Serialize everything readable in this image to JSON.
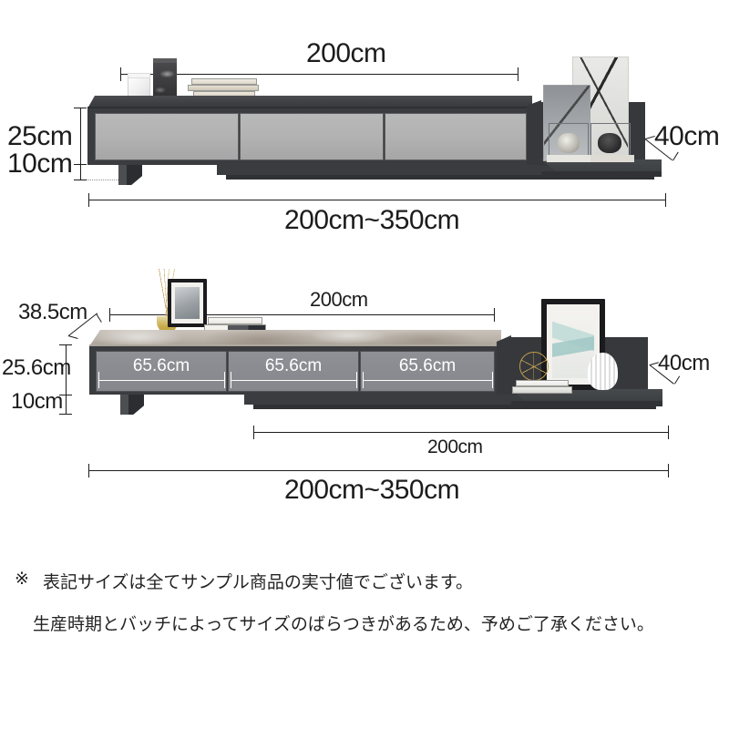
{
  "diagrams": [
    {
      "id": "diagram-top",
      "name": "dark-top-tv-stand",
      "dimensions": {
        "top_width": "200cm",
        "height_body": "25cm",
        "height_base": "10cm",
        "depth": "40cm",
        "total_width_range": "200cm~350cm"
      }
    },
    {
      "id": "diagram-bottom",
      "name": "stone-top-tv-stand",
      "dimensions": {
        "top_width": "200cm",
        "depth_top": "38.5cm",
        "height_body": "25.6cm",
        "height_base": "10cm",
        "depth": "40cm",
        "base_width": "200cm",
        "total_width_range": "200cm~350cm"
      },
      "drawers": [
        {
          "label": "65.6cm"
        },
        {
          "label": "65.6cm"
        },
        {
          "label": "65.6cm"
        }
      ]
    }
  ],
  "footnote": {
    "marker": "※",
    "line1": "表記サイズは全てサンプル商品の実寸値でございます。",
    "line2": "生産時期とバッチによってサイズのばらつきがあるため、予めご了承ください。"
  },
  "colors": {
    "ink": "#1c1c1c",
    "carcass": "#3a3c3f",
    "drawer_face": "#b2b2b2",
    "stone_top": "#b9b2a9",
    "white_callout": "#ffffff"
  }
}
